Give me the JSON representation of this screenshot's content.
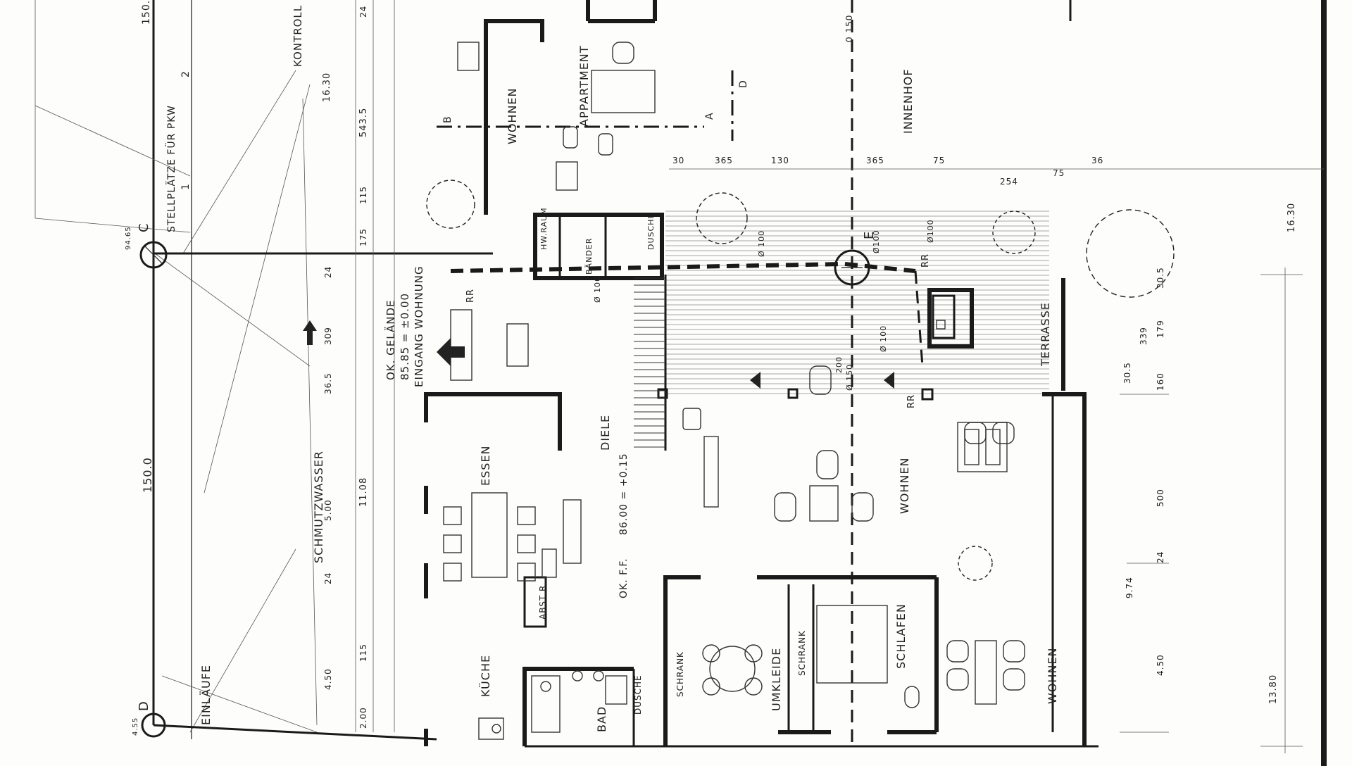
{
  "labels": {
    "stellplaetze": "STELLPLÄTZE FÜR PKW",
    "num1": "1",
    "num2": "2",
    "kontroll": "KONTROLL",
    "schmutzwasser": "SCHMUTZWASSER",
    "einlaeufe": "EINLÄUFE",
    "innenhof": "INNENHOF",
    "terrasse": "TERRASSE",
    "wohnen_top": "WOHNEN",
    "appartment": "APPARTMENT",
    "diele": "DIELE",
    "essen": "ESSEN",
    "kueche": "KÜCHE",
    "bad": "BAD",
    "dusche_bottom": "DUSCHE",
    "schrank1": "SCHRANK",
    "umkleide": "UMKLEIDE",
    "schrank2": "SCHRANK",
    "schlafen": "SCHLAFEN",
    "wohnen_center": "WOHNEN",
    "wohnen_right": "WOHNEN",
    "abst": "ABST R",
    "gelaende": "OK. GELÄNDE",
    "gelaende_val": "85.85 = ±0.00",
    "eingang": "EINGANG WOHNUNG",
    "okff": "OK. F.F.",
    "okff_val": "86.00 = +0.15",
    "dusche_small": "DUSCHE",
    "hwraum": "HW.RAUM",
    "baender": "BÄNDER",
    "rr1": "RR",
    "rr2": "RR",
    "rr3": "RR",
    "point_c": "C",
    "point_d": "D",
    "point_e": "E",
    "letter_d": "D",
    "letter_a": "A",
    "letter_b": "B",
    "h_9465": "94.65",
    "h_455": "4.55",
    "h_1500": "150.0",
    "h_150_top": "150.",
    "h_0150": "0 150",
    "h_0100a": "Ø 100",
    "h_0100b": "Ø 100",
    "h_0150b": "Ø 150",
    "h_0100c": "Ø 100",
    "h_200": "200",
    "h_0100d": "Ø100",
    "h_0100e": "Ø100"
  },
  "dimensions": {
    "d_1630_left": "16.30",
    "d_5435": "543.5",
    "d_24a": "24",
    "d_115a": "115",
    "d_175": "175",
    "d_24b": "24",
    "d_309": "309",
    "d_365a": "36.5",
    "d_1108": "11.08",
    "d_500a": "5.00",
    "d_24c": "24",
    "d_115b": "115",
    "d_450a": "4.50",
    "d_200": "2.00",
    "d_30": "30",
    "d_365b": "365",
    "d_130": "130",
    "d_365c": "365",
    "d_75a": "75",
    "d_254": "254",
    "d_75b": "75",
    "d_36": "36",
    "d_1630_right": "16.30",
    "d_305a": "30.5",
    "d_179": "179",
    "d_339": "339",
    "d_305b": "30.5",
    "d_160": "160",
    "d_500b": "500",
    "d_974": "9.74",
    "d_24d": "24",
    "d_450b": "4.50",
    "d_1380": "13.80"
  }
}
